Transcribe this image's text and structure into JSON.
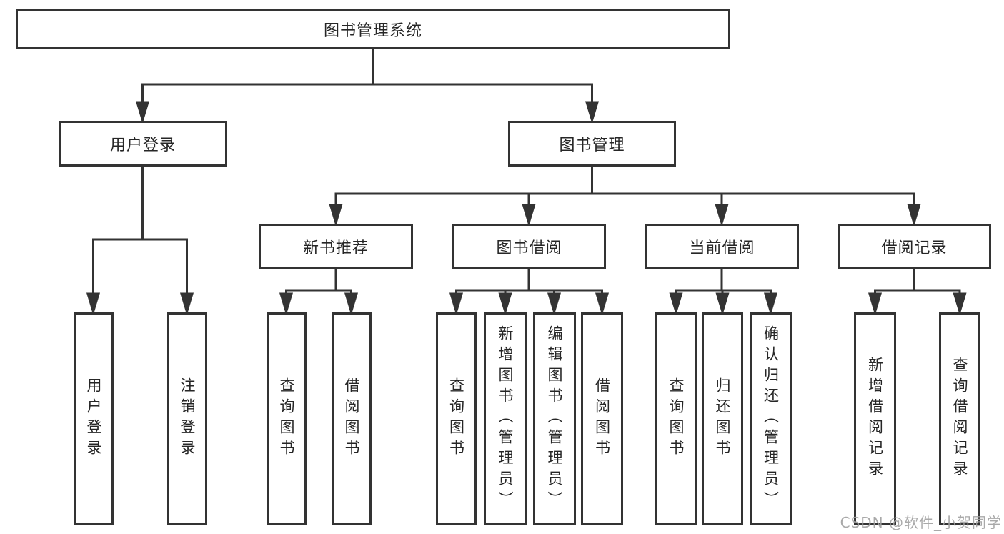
{
  "diagram_title": "图书管理系统",
  "colors": {
    "background": "#ffffff",
    "line": "#333333",
    "node_border": "#333333",
    "node_text": "#262626",
    "watermark_text": "#a0a0a0"
  },
  "tree": {
    "root": {
      "label": "图书管理系统"
    },
    "branches": [
      {
        "label": "用户登录",
        "children": [
          {
            "label": "用户登录"
          },
          {
            "label": "注销登录"
          }
        ]
      },
      {
        "label": "图书管理",
        "groups": [
          {
            "label": "新书推荐",
            "children": [
              {
                "label": "查询图书"
              },
              {
                "label": "借阅图书"
              }
            ]
          },
          {
            "label": "图书借阅",
            "children": [
              {
                "label": "查询图书"
              },
              {
                "label": "新增图书（管理员）"
              },
              {
                "label": "编辑图书（管理员）"
              },
              {
                "label": "借阅图书"
              }
            ]
          },
          {
            "label": "当前借阅",
            "children": [
              {
                "label": "查询图书"
              },
              {
                "label": "归还图书"
              },
              {
                "label": "确认归还（管理员）"
              }
            ]
          },
          {
            "label": "借阅记录",
            "children": [
              {
                "label": "新增借阅记录"
              },
              {
                "label": "查询借阅记录"
              }
            ]
          }
        ]
      }
    ]
  },
  "watermark": {
    "text": "CSDN @软件_小贺同学"
  }
}
